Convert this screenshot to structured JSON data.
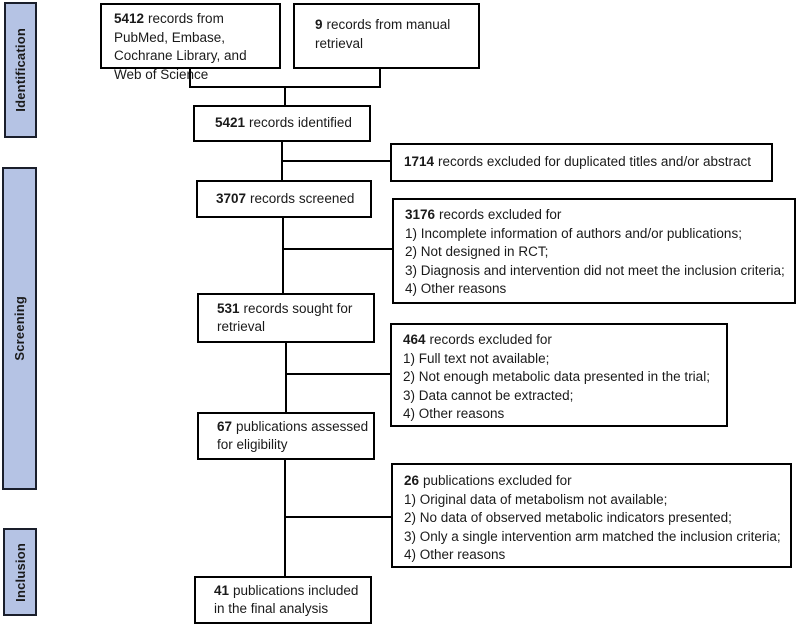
{
  "stages": [
    {
      "label": "Identification"
    },
    {
      "label": "Screening"
    },
    {
      "label": "Inclusion"
    }
  ],
  "boxes": {
    "sources": {
      "count": "5412",
      "label": "records from PubMed, Embase, Cochrane Library, and Web of Science"
    },
    "manual": {
      "count": "9",
      "label": "records from manual retrieval"
    },
    "identified": {
      "count": "5421",
      "label": "records identified"
    },
    "screened": {
      "count": "3707",
      "label": "records screened"
    },
    "sought": {
      "count": "531",
      "label": "records sought for retrieval"
    },
    "eligibility": {
      "count": "67",
      "label": "publications assessed for eligibility"
    },
    "included": {
      "count": "41",
      "label": "publications included in the final analysis"
    },
    "dup_excluded": {
      "count": "1714",
      "label": "records excluded for duplicated titles and/or abstract"
    },
    "screen_excluded": {
      "count": "3176",
      "label": "records excluded for",
      "reasons": [
        "1) Incomplete information of authors and/or publications;",
        "2) Not designed in RCT;",
        "3) Diagnosis and intervention did not meet the inclusion criteria;",
        "4) Other reasons"
      ]
    },
    "retrieval_excluded": {
      "count": "464",
      "label": "records excluded for",
      "reasons": [
        "1) Full text not available;",
        "2) Not enough metabolic data presented in the trial;",
        "3) Data cannot be extracted;",
        "4) Other reasons"
      ]
    },
    "eligibility_excluded": {
      "count": "26",
      "label": "publications excluded for",
      "reasons": [
        "1) Original data of metabolism not available;",
        "2) No data of observed metabolic indicators presented;",
        "3) Only a single intervention arm matched the inclusion criteria;",
        "4) Other reasons"
      ]
    }
  },
  "colors": {
    "stage_fill": "#b5c3e4",
    "stage_border": "#1a1e2b",
    "box_border": "#000000",
    "line_color": "#000000",
    "text_color": "#1a1a1a",
    "bg_color": "#ffffff"
  }
}
